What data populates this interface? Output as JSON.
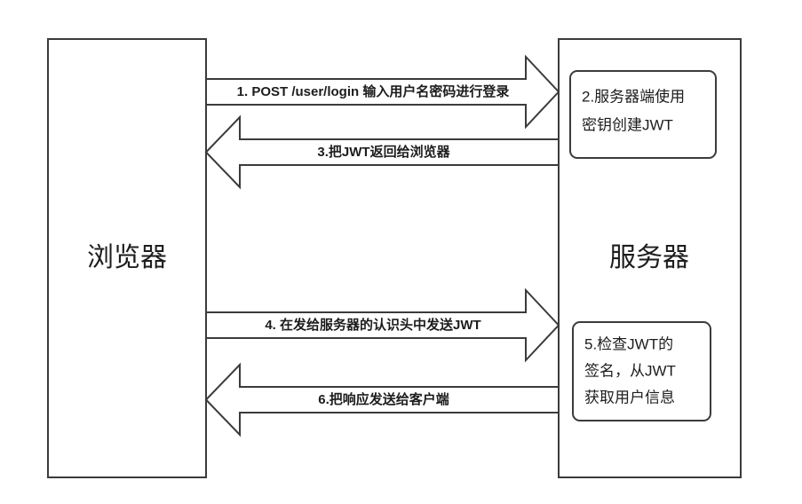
{
  "diagram": {
    "title": "JWT authentication sequence diagram",
    "background_color": "#ffffff",
    "stroke_color": "#3b3b3b",
    "text_color": "#1d1d1d",
    "lifelines": [
      {
        "id": "browser",
        "label": "浏览器"
      },
      {
        "id": "server",
        "label": "服务器"
      }
    ],
    "messages": [
      {
        "id": "msg-1",
        "label": "1. POST /user/login 输入用户名密码进行登录",
        "direction": "right"
      },
      {
        "id": "msg-3",
        "label": "3.把JWT返回给浏览器",
        "direction": "left"
      },
      {
        "id": "msg-4",
        "label": "4. 在发给服务器的认识头中发送JWT",
        "direction": "right"
      },
      {
        "id": "msg-6",
        "label": "6.把响应发送给客户端",
        "direction": "left"
      }
    ],
    "notes": [
      {
        "id": "note-2",
        "lines": [
          "2.服务器端使用",
          "密钥创建JWT"
        ]
      },
      {
        "id": "note-5",
        "lines": [
          "5.检查JWT的",
          "签名，从JWT",
          "获取用户信息"
        ]
      }
    ]
  }
}
